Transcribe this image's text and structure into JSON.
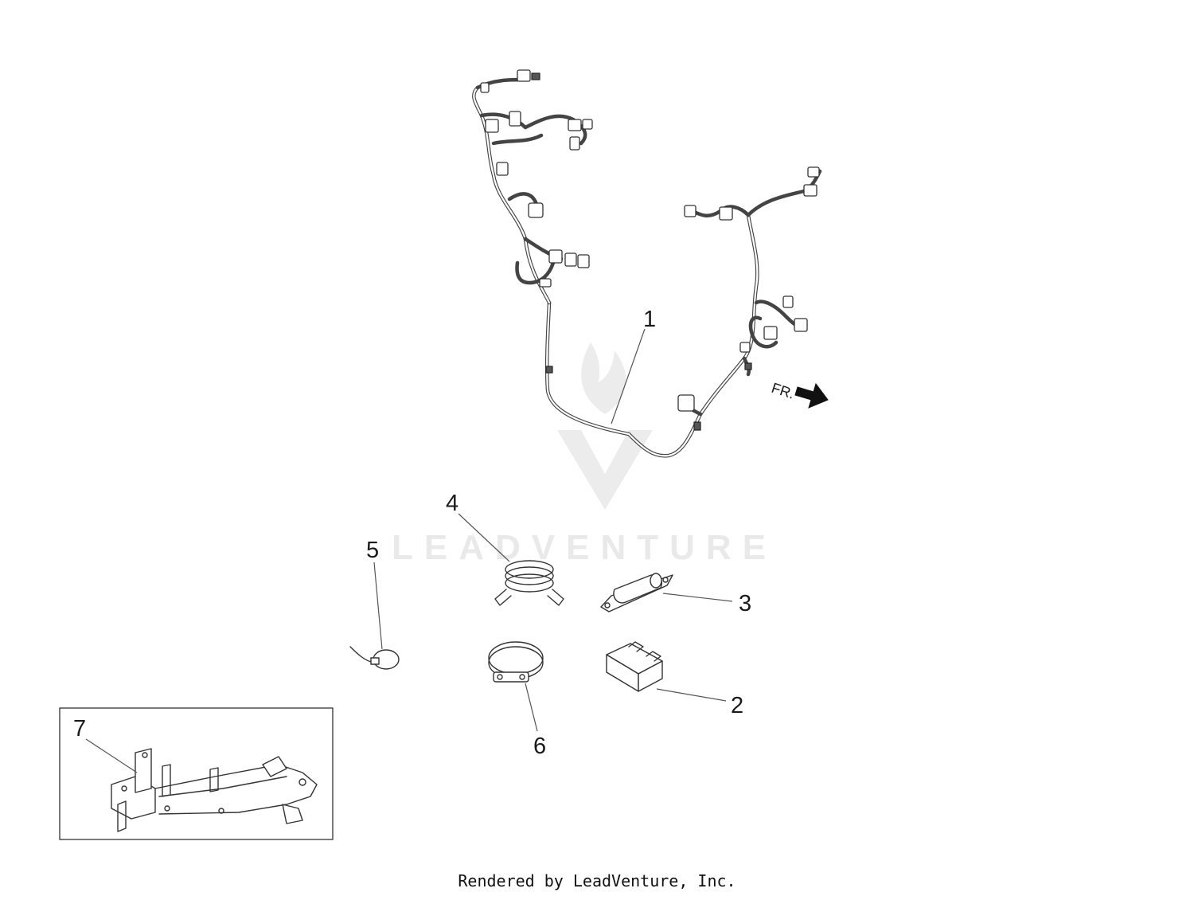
{
  "watermark": {
    "brand": "LEADVENTURE"
  },
  "direction_label": "FR.",
  "callouts": [
    {
      "id": "1",
      "label": "1"
    },
    {
      "id": "2",
      "label": "2"
    },
    {
      "id": "3",
      "label": "3"
    },
    {
      "id": "4",
      "label": "4"
    },
    {
      "id": "5",
      "label": "5"
    },
    {
      "id": "6",
      "label": "6"
    },
    {
      "id": "7",
      "label": "7"
    }
  ],
  "parts": [
    {
      "callout": "1",
      "icon": "wiring-harness-icon"
    },
    {
      "callout": "2",
      "icon": "blade-fuse-icon"
    },
    {
      "callout": "3",
      "icon": "inline-fuse-holder-icon"
    },
    {
      "callout": "4",
      "icon": "spring-hose-clamp-icon"
    },
    {
      "callout": "5",
      "icon": "cable-tie-icon"
    },
    {
      "callout": "6",
      "icon": "band-clamp-icon"
    },
    {
      "callout": "7",
      "icon": "mounting-bracket-icon"
    }
  ],
  "footer": {
    "text": "Rendered by LeadVenture, Inc."
  }
}
